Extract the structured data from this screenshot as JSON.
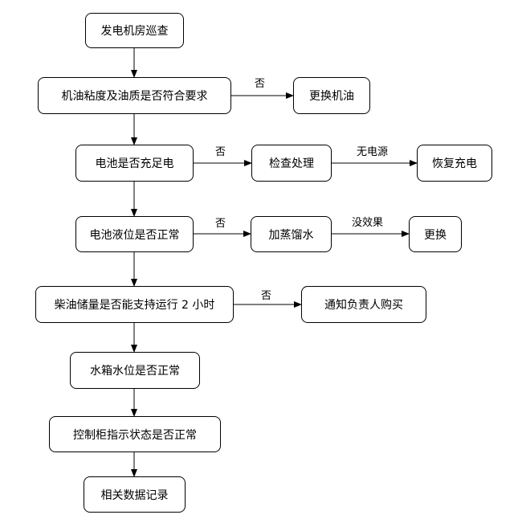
{
  "nodes": {
    "n1": "发电机房巡查",
    "n2": "机油粘度及油质是否符合要求",
    "n3": "更换机油",
    "n4": "电池是否充足电",
    "n5": "检查处理",
    "n6": "恢复充电",
    "n7": "电池液位是否正常",
    "n8": "加蒸馏水",
    "n9": "更换",
    "n10": "柴油储量是否能支持运行 2 小时",
    "n11": "通知负责人购买",
    "n12": "水箱水位是否正常",
    "n13": "控制柜指示状态是否正常",
    "n14": "相关数据记录"
  },
  "edge_labels": {
    "e_n2_n3": "否",
    "e_n4_n5": "否",
    "e_n5_n6": "无电源",
    "e_n7_n8": "否",
    "e_n8_n9": "没效果",
    "e_n10_n11": "否"
  },
  "colors": {
    "stroke": "#000000",
    "background": "#ffffff"
  }
}
